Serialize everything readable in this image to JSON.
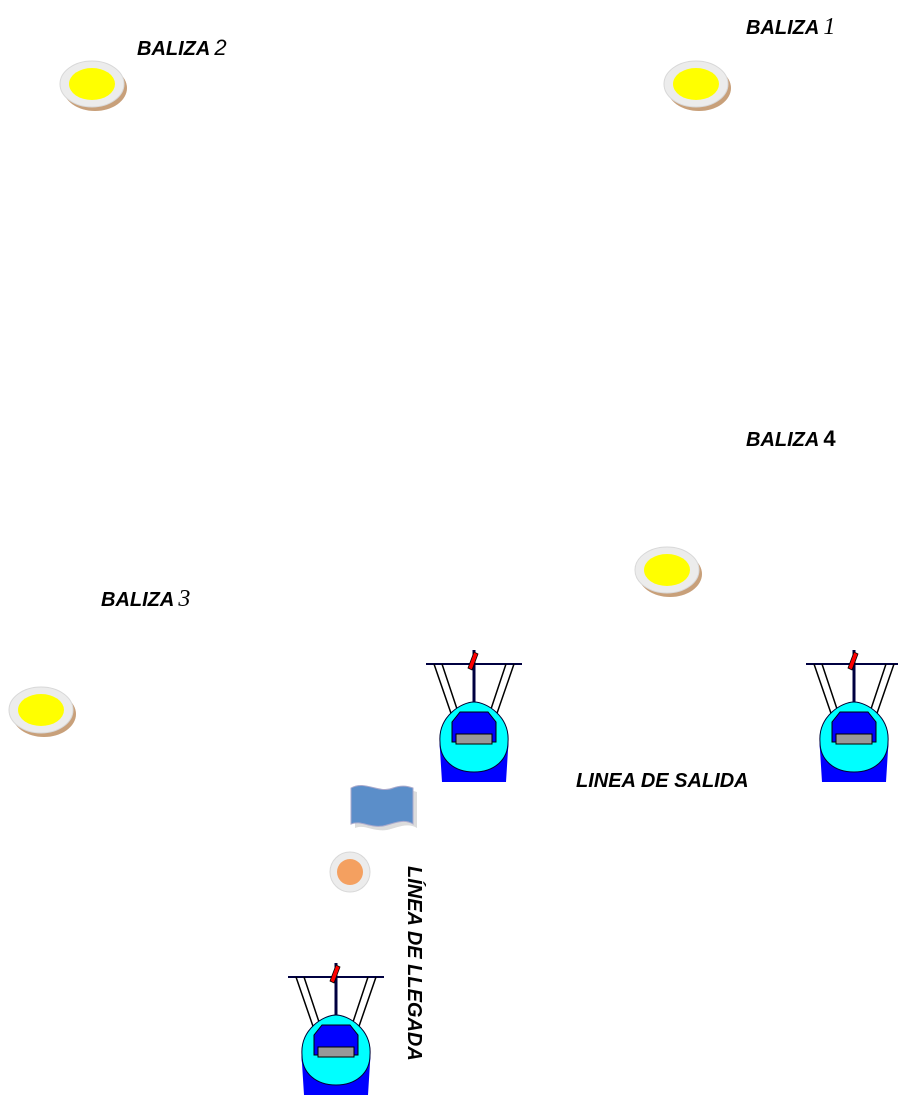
{
  "buoys": {
    "b1": {
      "label": "BALIZA",
      "number": "1"
    },
    "b2": {
      "label": "BALIZA",
      "number": "2"
    },
    "b3": {
      "label": "BALIZA",
      "number": "3"
    },
    "b4": {
      "label": "BALIZA",
      "number": "4"
    }
  },
  "lines": {
    "start": "LINEA DE SALIDA",
    "finish": "LÍNEA DE LLEGADA"
  },
  "colors": {
    "buoy_fill": "#ffff00",
    "buoy_rim": "#eeeeee",
    "buoy_shadow": "#c8a07a",
    "boat_hull": "#0000ff",
    "boat_deck": "#00ffff",
    "boat_cabin": "#1a1aff",
    "boat_roof": "#999999",
    "flag_red": "#ff0000",
    "finish_flag": "#5b8ec9",
    "finish_buoy": "#f4a060"
  }
}
